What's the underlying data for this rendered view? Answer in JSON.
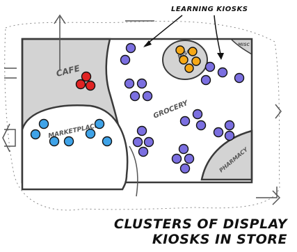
{
  "annotation": {
    "learning_kiosks": "LEARNING KIOSKS"
  },
  "caption": {
    "line1": "CLUSTERS OF DISPLAY",
    "line2": "KIOSKS IN STORE"
  },
  "zones": {
    "cafe": "CAFE",
    "marketplace": "MARKETPLACE",
    "grocery": "GROCERY",
    "pharmacy": "PHARMACY",
    "misc": "MISC"
  },
  "colors": {
    "learning_kiosk": "#7b6fe0",
    "display_kiosk_blue": "#3fa3e8",
    "cafe_kiosk": "#e02424",
    "misc_kiosk": "#f5a817",
    "shaded_area": "#d3d3d3",
    "outline": "#3a3a3a"
  }
}
